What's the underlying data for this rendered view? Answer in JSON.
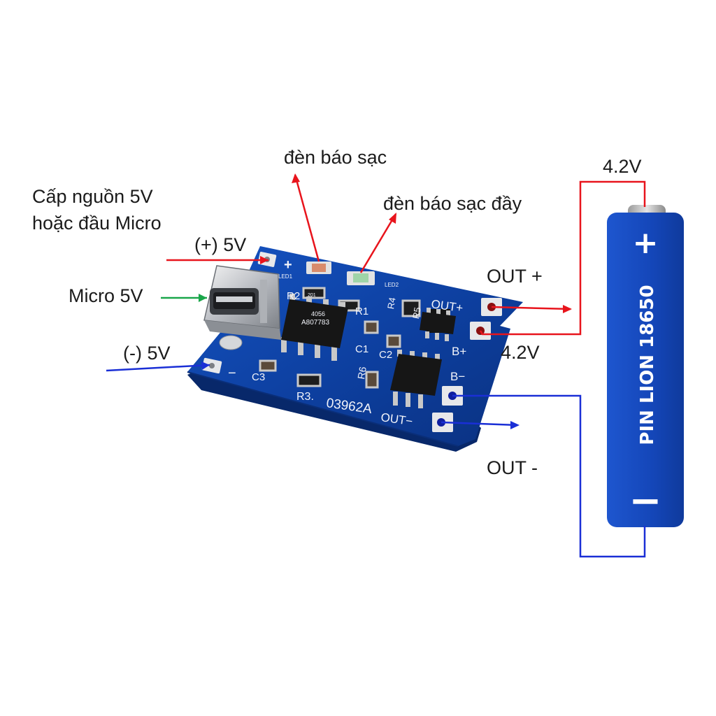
{
  "labels": {
    "power_title_line1": "Cấp nguồn 5V",
    "power_title_line2": "hoặc đầu Micro",
    "plus_5v": "(+) 5V",
    "micro_5v": "Micro 5V",
    "minus_5v": "(-) 5V",
    "charging_led": "đèn báo sạc",
    "full_led": "đèn báo sạc đầy",
    "out_plus": "OUT +",
    "b_plus_voltage": "4.2V",
    "out_minus": "OUT -",
    "battery_top_voltage": "4.2V"
  },
  "pcb": {
    "plus_sign": "+",
    "minus_sign": "−",
    "led1": "LED1",
    "led2": "LED2",
    "r2": "R2",
    "r1": "R1",
    "r4": "R4",
    "r5": "R5",
    "r6": "R6",
    "r3": "R3.",
    "c1": "C1",
    "c2": "C2",
    "c3": "C3",
    "out_plus": "OUT+",
    "out_minus": "OUT−",
    "b_plus": "B+",
    "b_minus": "B−",
    "board_code": "03962A",
    "chip_line1": "4056",
    "chip_line2": "A807783",
    "smd_code": "201"
  },
  "battery": {
    "plus": "+",
    "minus": "−",
    "name": "PIN LION 18650"
  },
  "colors": {
    "positive_wire": "#e8141c",
    "negative_wire": "#1a2fd6",
    "micro_arrow": "#1aa64a",
    "pcb_blue": "#0c3f9e",
    "battery_blue": "#1446b8"
  }
}
